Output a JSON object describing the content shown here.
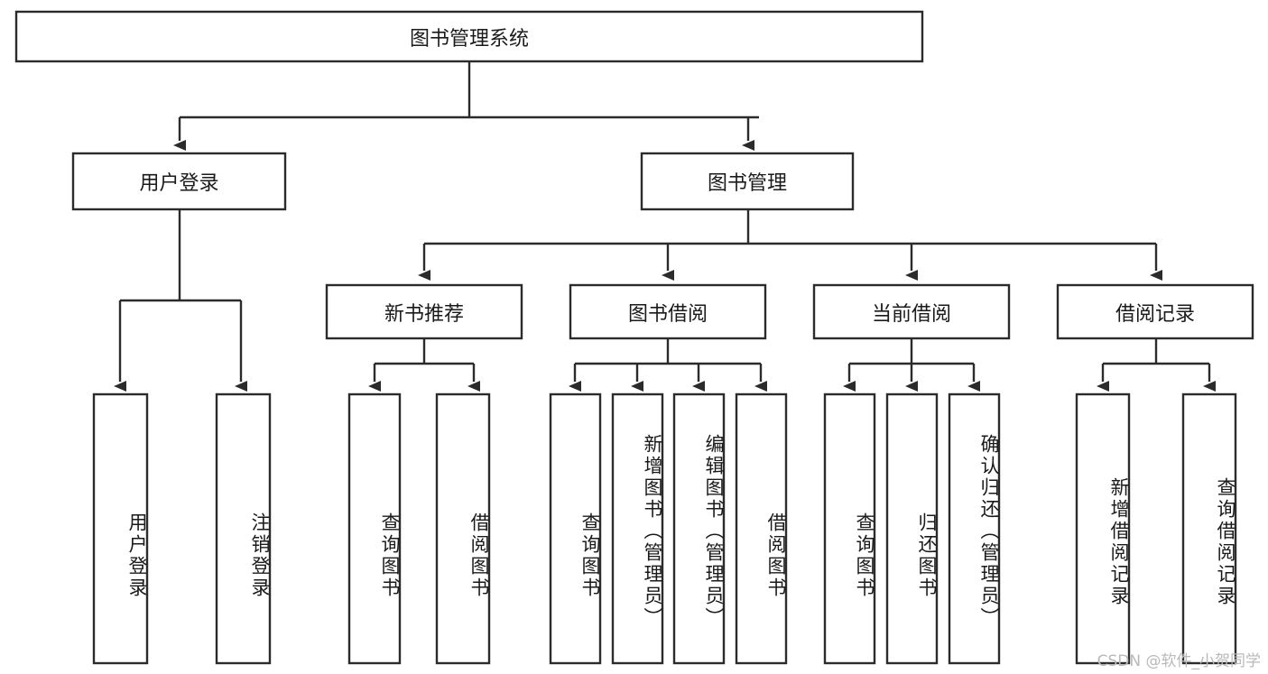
{
  "diagram": {
    "type": "hierarchy-tree",
    "title": "图书管理系统",
    "watermark": "CSDN @软件_小贺同学",
    "level1": {
      "label": "图书管理系统"
    },
    "level2": [
      {
        "label": "用户登录"
      },
      {
        "label": "图书管理"
      }
    ],
    "level3": [
      {
        "label": "新书推荐"
      },
      {
        "label": "图书借阅"
      },
      {
        "label": "当前借阅"
      },
      {
        "label": "借阅记录"
      }
    ],
    "leaves": {
      "user_login": [
        {
          "label": "用户登录"
        },
        {
          "label": "注销登录"
        }
      ],
      "new_book_recommend": [
        {
          "label": "查询图书"
        },
        {
          "label": "借阅图书"
        }
      ],
      "book_borrow": [
        {
          "label": "查询图书"
        },
        {
          "label": "新增图书（管理员）"
        },
        {
          "label": "编辑图书（管理员）"
        },
        {
          "label": "借阅图书"
        }
      ],
      "current_borrow": [
        {
          "label": "查询图书"
        },
        {
          "label": "归还图书"
        },
        {
          "label": "确认归还（管理员）"
        }
      ],
      "borrow_records": [
        {
          "label": "新增借阅记录"
        },
        {
          "label": "查询借阅记录"
        }
      ]
    },
    "colors": {
      "stroke": "#2b2b2b",
      "fill": "#ffffff",
      "text": "#1a1a1a",
      "watermark": "#b9b9b9"
    }
  }
}
